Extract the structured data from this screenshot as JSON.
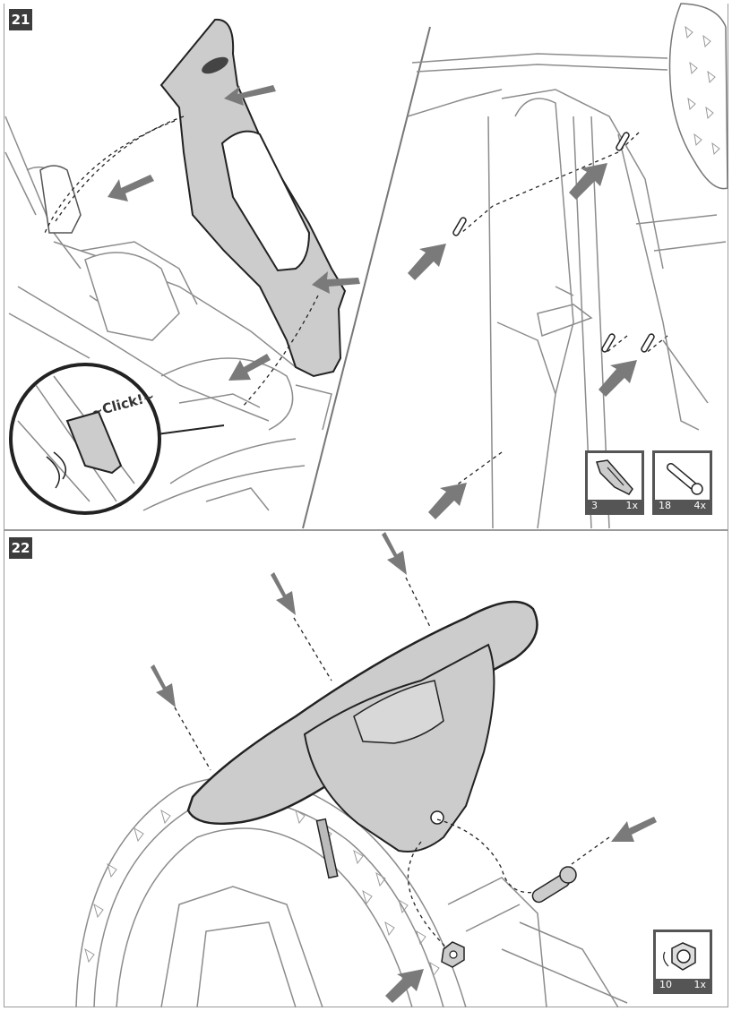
{
  "steps": [
    {
      "number": "21"
    },
    {
      "number": "22"
    }
  ],
  "callout": {
    "text": "~Click!~"
  },
  "parts": [
    {
      "id": "3",
      "qty": "1x",
      "icon": "clip-fastener-icon"
    },
    {
      "id": "18",
      "qty": "4x",
      "icon": "pin-bolt-icon"
    },
    {
      "id": "10",
      "qty": "1x",
      "icon": "lock-nut-icon"
    }
  ],
  "colors": {
    "panel_border": "#9a9a9a",
    "part_fill": "#cccccc",
    "arrow_fill": "#7a7a7a",
    "line_art": "#8c8c8c",
    "badge_bg": "#3c3c3c"
  }
}
